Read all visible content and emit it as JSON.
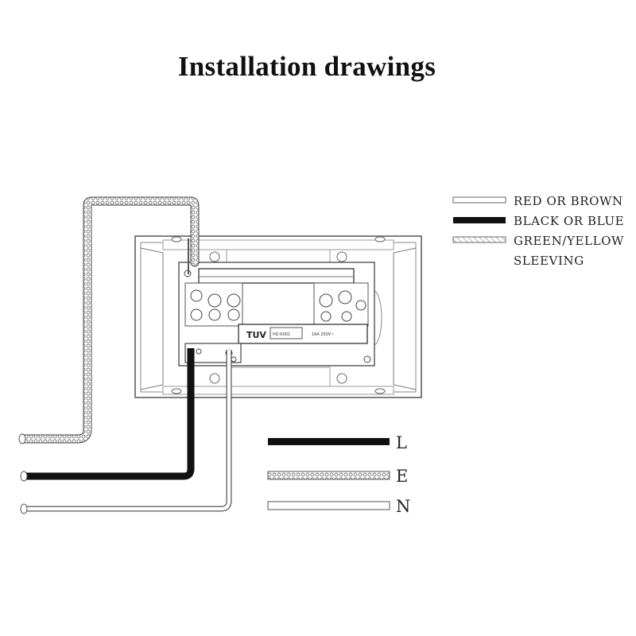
{
  "title": "Installation drawings",
  "legend": {
    "red_brown": "RED OR BROWN",
    "black_blue": "BLACK OR BLUE",
    "green_yellow": "GREEN/YELLOW",
    "sleeving": "SLEEVING"
  },
  "terminals": {
    "live": "L",
    "earth": "E",
    "neutral": "N"
  },
  "device": {
    "brand": "TUV",
    "model": "HD-K001",
    "rating": "16A 250V~"
  },
  "colors": {
    "black_wire": "#111111",
    "outline": "#555555"
  }
}
